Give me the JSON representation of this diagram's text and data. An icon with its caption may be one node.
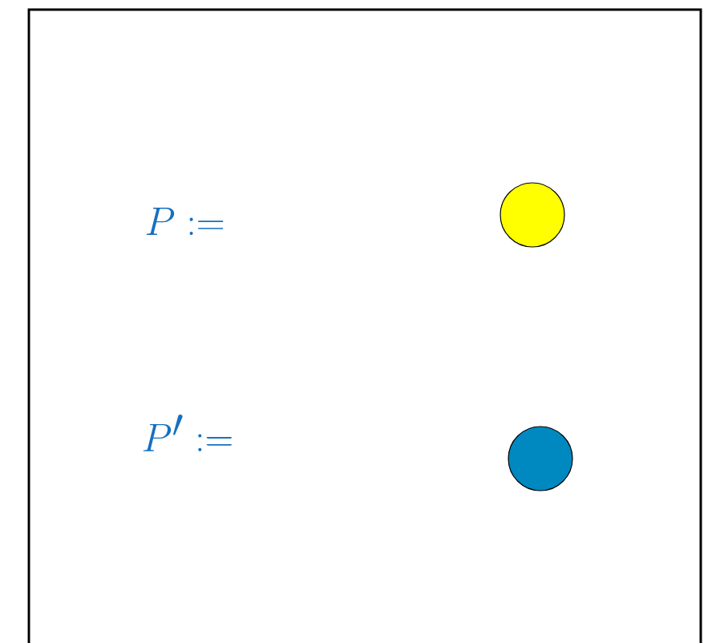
{
  "diagram": {
    "nodes": [
      {
        "text": [],
        "shape": "circle"
      },
      {
        "text": [],
        "shape": "circle"
      }
    ],
    "labels": [
      "P :=",
      "P' :="
    ]
  }
}
